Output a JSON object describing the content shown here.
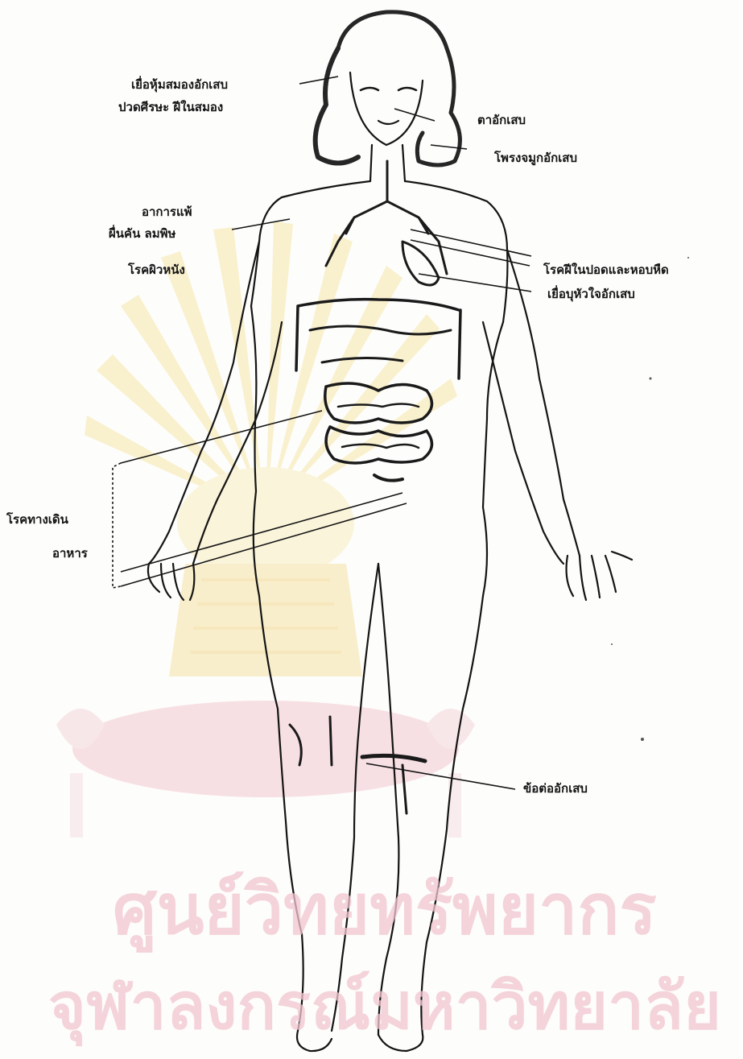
{
  "labels": {
    "meningitis": "เยื่อหุ้มสมองอักเสบ",
    "headache": "ปวดศีรษะ ฝีในสมอง",
    "eye": "ตาอักเสบ",
    "sinus": "โพรงจมูกอักเสบ",
    "allergy1": "อาการแพ้",
    "allergy2": "ผื่นคัน ลมพิษ",
    "skin": "โรคผิวหนัง",
    "lung": "โรคฝีในปอดและหอบหืด",
    "heart": "เยื่อบุหัวใจอักเสบ",
    "gi1": "โรคทางเดิน",
    "gi2": "อาหาร",
    "joint": "ข้อต่ออักเสบ"
  },
  "watermark": {
    "line1": "ศูนย์วิทยทรัพยากร",
    "line2": "จุฬาลงกรณ์มหาวิทยาลัย",
    "color": "#f2c6d0",
    "emblem_color": "#f7e6a8"
  },
  "colors": {
    "ink": "#141414",
    "paper": "#fdfdfb"
  }
}
